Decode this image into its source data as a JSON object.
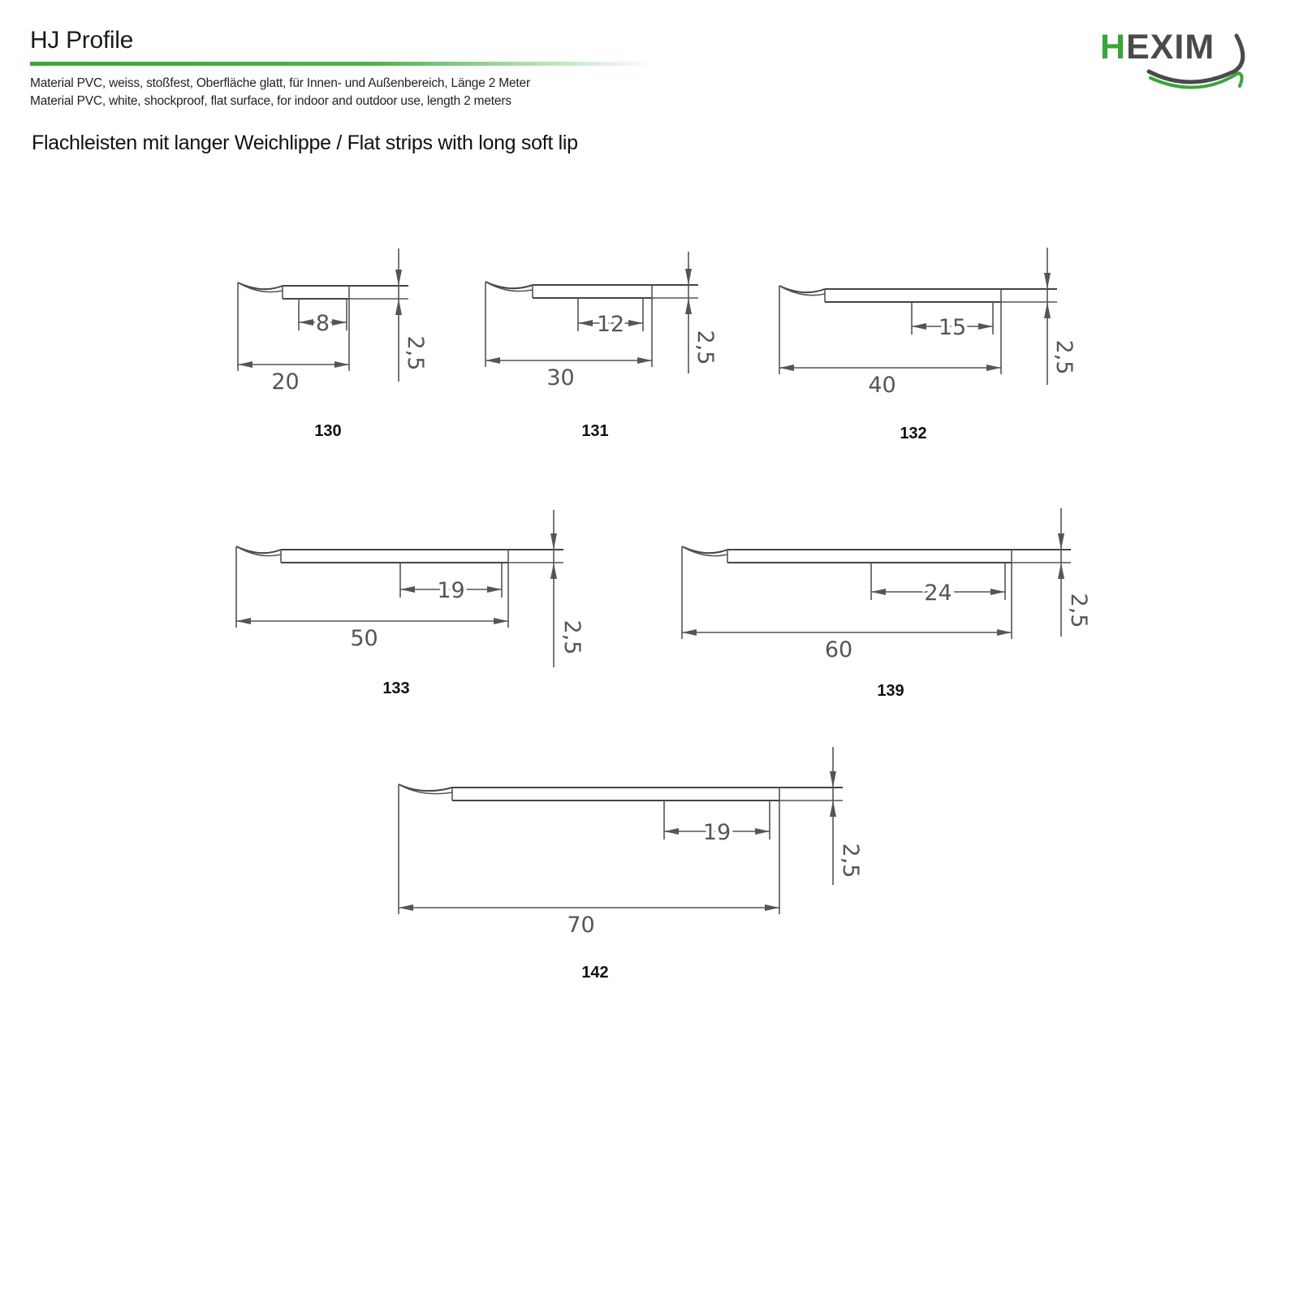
{
  "header": {
    "title": "HJ Profile",
    "spec_de": "Material PVC, weiss, stoßfest, Oberfläche glatt, für Innen- und Außenbereich, Länge 2 Meter",
    "spec_en": "Material PVC, white, shockproof, flat surface, for indoor and outdoor use, length 2 meters",
    "section_heading": "Flachleisten mit langer Weichlippe / Flat strips with long soft lip"
  },
  "logo": {
    "first_letter": "H",
    "rest": "EXIM",
    "colors": {
      "green": "#3aa53a",
      "gray": "#4a4a4a"
    }
  },
  "profiles": [
    {
      "id": "130",
      "width": "20",
      "inner": "8",
      "thickness": "2,5"
    },
    {
      "id": "131",
      "width": "30",
      "inner": "12",
      "thickness": "2,5"
    },
    {
      "id": "132",
      "width": "40",
      "inner": "15",
      "thickness": "2,5"
    },
    {
      "id": "133",
      "width": "50",
      "inner": "19",
      "thickness": "2,5"
    },
    {
      "id": "139",
      "width": "60",
      "inner": "24",
      "thickness": "2,5"
    },
    {
      "id": "142",
      "width": "70",
      "inner": "19",
      "thickness": "2,5"
    }
  ]
}
